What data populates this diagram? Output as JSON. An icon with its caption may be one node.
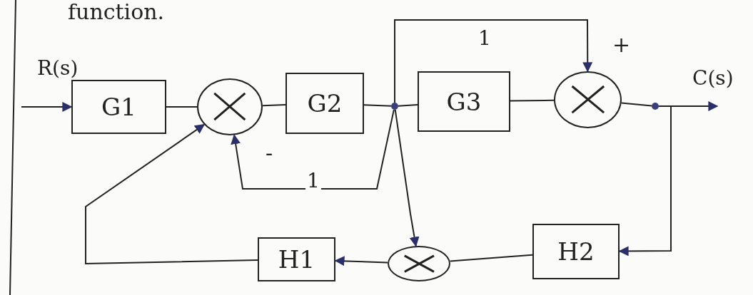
{
  "diagram": {
    "nodes": [
      {
        "text": [
          "G1"
        ]
      },
      {
        "text": [],
        "shape": "circle"
      },
      {
        "text": [
          "G2"
        ]
      },
      {
        "text": [],
        "shape": "dot"
      },
      {
        "text": [
          "G3"
        ]
      },
      {
        "text": [],
        "shape": "circle"
      },
      {
        "text": [],
        "shape": "dot"
      },
      {
        "text": [
          "H2"
        ]
      },
      {
        "text": [],
        "shape": "circle"
      },
      {
        "text": [
          "H1"
        ]
      }
    ],
    "edges": [
      {
        "from": null,
        "to": 0,
        "arrow": "to",
        "label": "R(s)"
      },
      {
        "from": 0,
        "to": 1,
        "arrow": "none"
      },
      {
        "from": 1,
        "to": 2,
        "arrow": "none"
      },
      {
        "from": 2,
        "to": 3,
        "arrow": "none"
      },
      {
        "from": 3,
        "to": 4,
        "arrow": "none"
      },
      {
        "from": 4,
        "to": 5,
        "arrow": "none"
      },
      {
        "from": 5,
        "to": 6,
        "arrow": "none"
      },
      {
        "from": 6,
        "to": null,
        "arrow": "to",
        "label": "C(s)"
      },
      {
        "from": 3,
        "to": 5,
        "arrow": "to",
        "label": "1"
      },
      {
        "from": 3,
        "to": 1,
        "arrow": "to",
        "label": "1"
      },
      {
        "from": 3,
        "to": 8,
        "arrow": "to"
      },
      {
        "from": 6,
        "to": 7,
        "arrow": "to"
      },
      {
        "from": 7,
        "to": 8,
        "arrow": "none"
      },
      {
        "from": 8,
        "to": 9,
        "arrow": "to"
      },
      {
        "from": 9,
        "to": 1,
        "arrow": "to"
      }
    ],
    "labels": [
      "function.",
      "+",
      "-"
    ]
  }
}
